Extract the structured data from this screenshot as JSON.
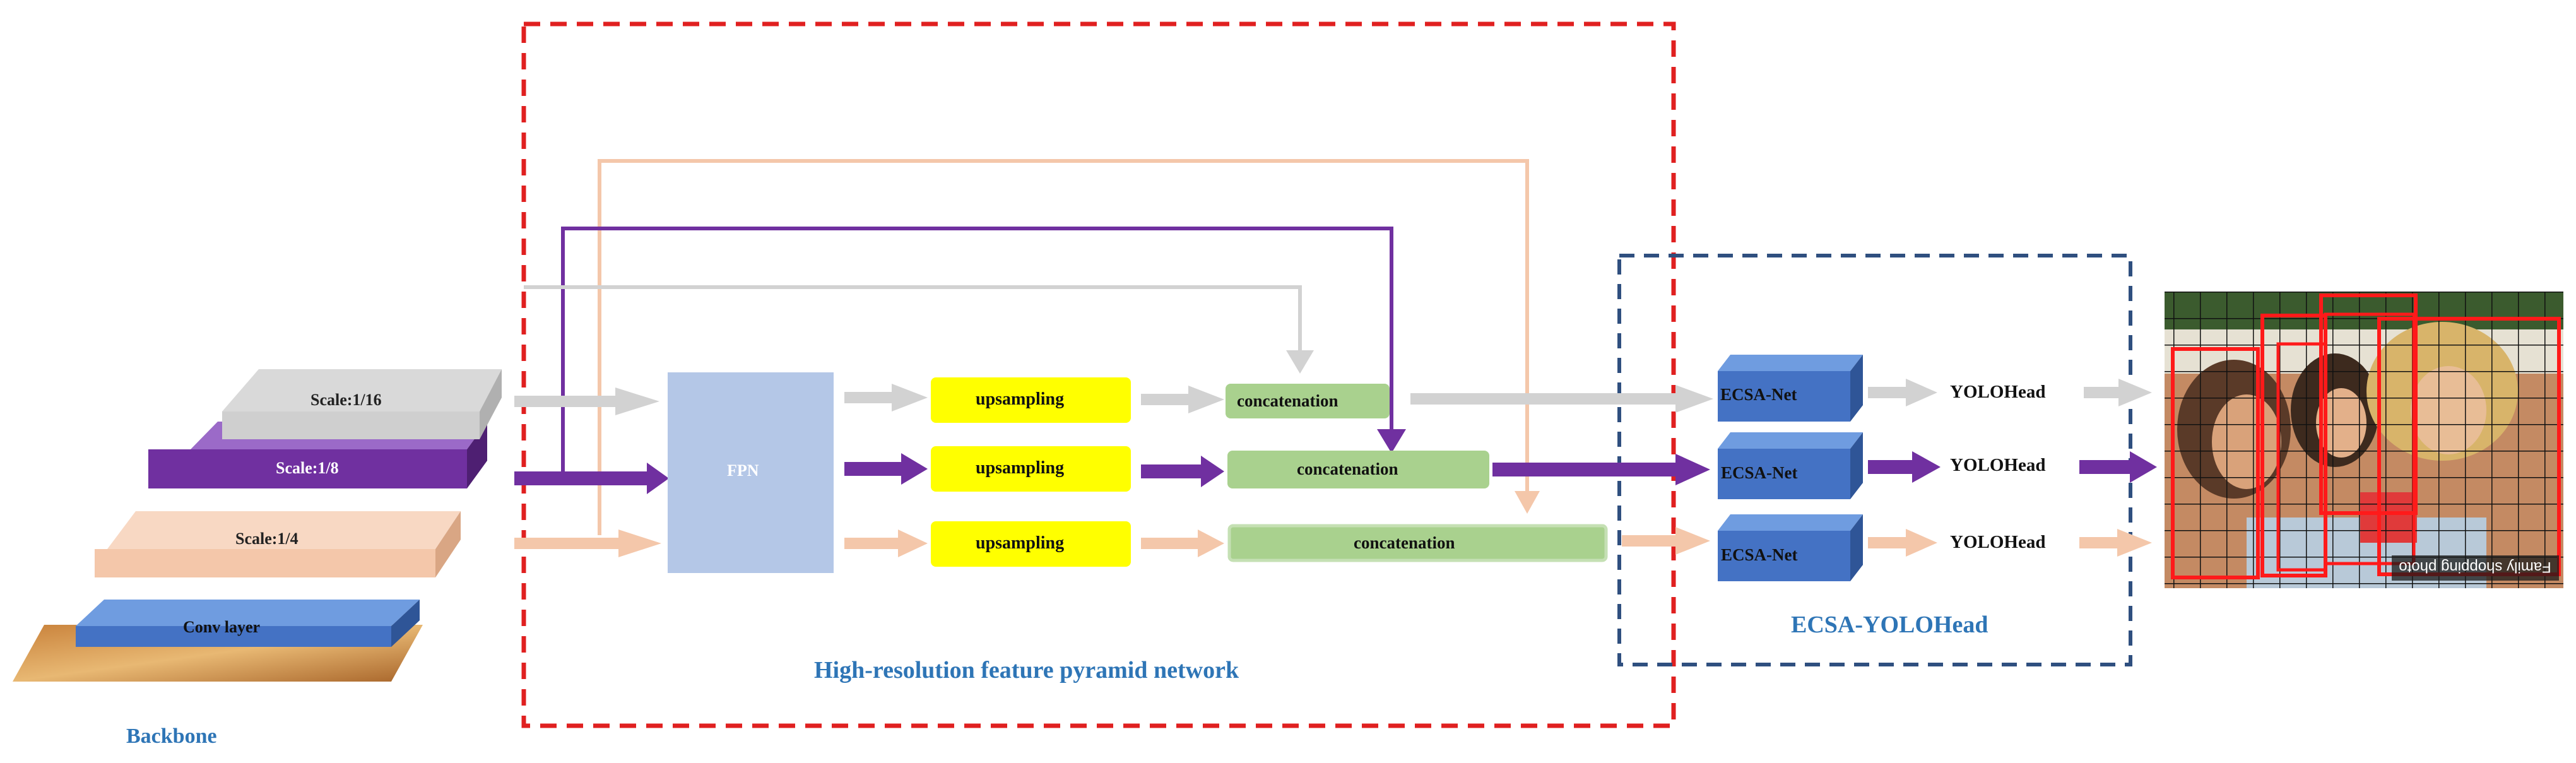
{
  "backbone": {
    "caption": "Backbone",
    "layers": [
      "Scale:1/16",
      "Scale:1/8",
      "Scale:1/4",
      "Conv layer"
    ]
  },
  "fpn_section": {
    "caption": "High-resolution feature pyramid network",
    "fpn_label": "FPN",
    "upsampling_labels": [
      "upsampling",
      "upsampling",
      "upsampling"
    ],
    "concat_labels": [
      "concatenation",
      "concatenation",
      "concatenation"
    ]
  },
  "head_section": {
    "caption": "ECSA-YOLOHead",
    "ecsa_labels": [
      "ECSA-Net",
      "ECSA-Net",
      "ECSA-Net"
    ],
    "yolohead_labels": [
      "YOLOHead",
      "YOLOHead",
      "YOLOHead"
    ]
  },
  "output_image": {
    "watermark": "Family shopping photo"
  },
  "colors": {
    "gray": "#d2d2d2",
    "purple": "#7030a0",
    "peach": "#f4c7aa",
    "blue_box": "#4472c4",
    "fpn_box": "#b4c7e7",
    "yellow": "#ffff00",
    "green": "#a9d18e",
    "red_dash": "#e02020",
    "navy_dash": "#2f4f7f",
    "caption_blue": "#2e75b6"
  }
}
